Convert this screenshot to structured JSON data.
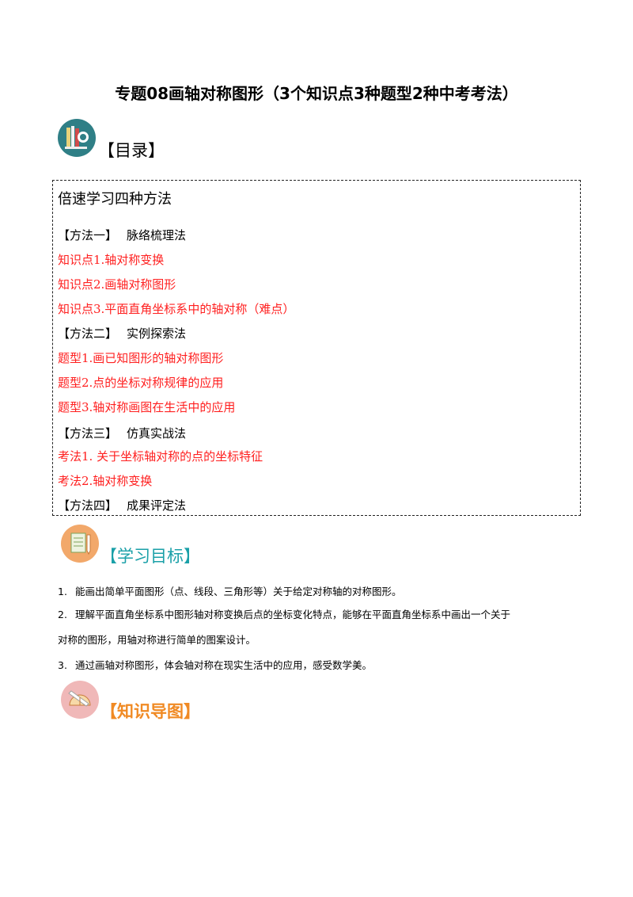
{
  "title": "专题08画轴对称图形（3个知识点3种题型2种中考考法）",
  "sections": {
    "toc_label": "【目录】",
    "goals_label": "【学习目标】",
    "map_label": "【知识导图】"
  },
  "toc": {
    "heading": "倍速学习四种方法",
    "method1": {
      "label": "【方法一】",
      "name": "脉络梳理法"
    },
    "knowledge_points": [
      "知识点1.轴对称变换",
      "知识点2.画轴对称图形",
      "知识点3.平面直角坐标系中的轴对称（难点）"
    ],
    "method2": {
      "label": "【方法二】",
      "name": "实例探索法"
    },
    "question_types": [
      "题型1.画已知图形的轴对称图形",
      "题型2.点的坐标对称规律的应用",
      "题型3.轴对称画图在生活中的应用"
    ],
    "method3": {
      "label": "【方法三】",
      "name": "仿真实战法"
    },
    "exam_methods": [
      "考法1. 关于坐标轴对称的点的坐标特征",
      "考法2.轴对称变换"
    ],
    "method4": {
      "label": "【方法四】",
      "name": "成果评定法"
    }
  },
  "goals": [
    {
      "num": "1.",
      "text": "能画出简单平面图形（点、线段、三角形等）关于给定对称轴的对称图形。"
    },
    {
      "num": "2.",
      "text": "理解平面直角坐标系中图形轴对称变换后点的坐标变化特点，能够在平面直角坐标系中画出一个关于"
    },
    {
      "num": "",
      "text": "对称的图形，用轴对称进行简单的图案设计。"
    },
    {
      "num": "3.",
      "text": "通过画轴对称图形，体会轴对称在现实生活中的应用，感受数学美。"
    }
  ],
  "colors": {
    "red": "#ff2020",
    "orange": "#f08a24",
    "teal": "#1aa0a8"
  },
  "icons": {
    "toc": "books-icon",
    "goals": "notebook-pencil-icon",
    "map": "protractor-icon"
  }
}
